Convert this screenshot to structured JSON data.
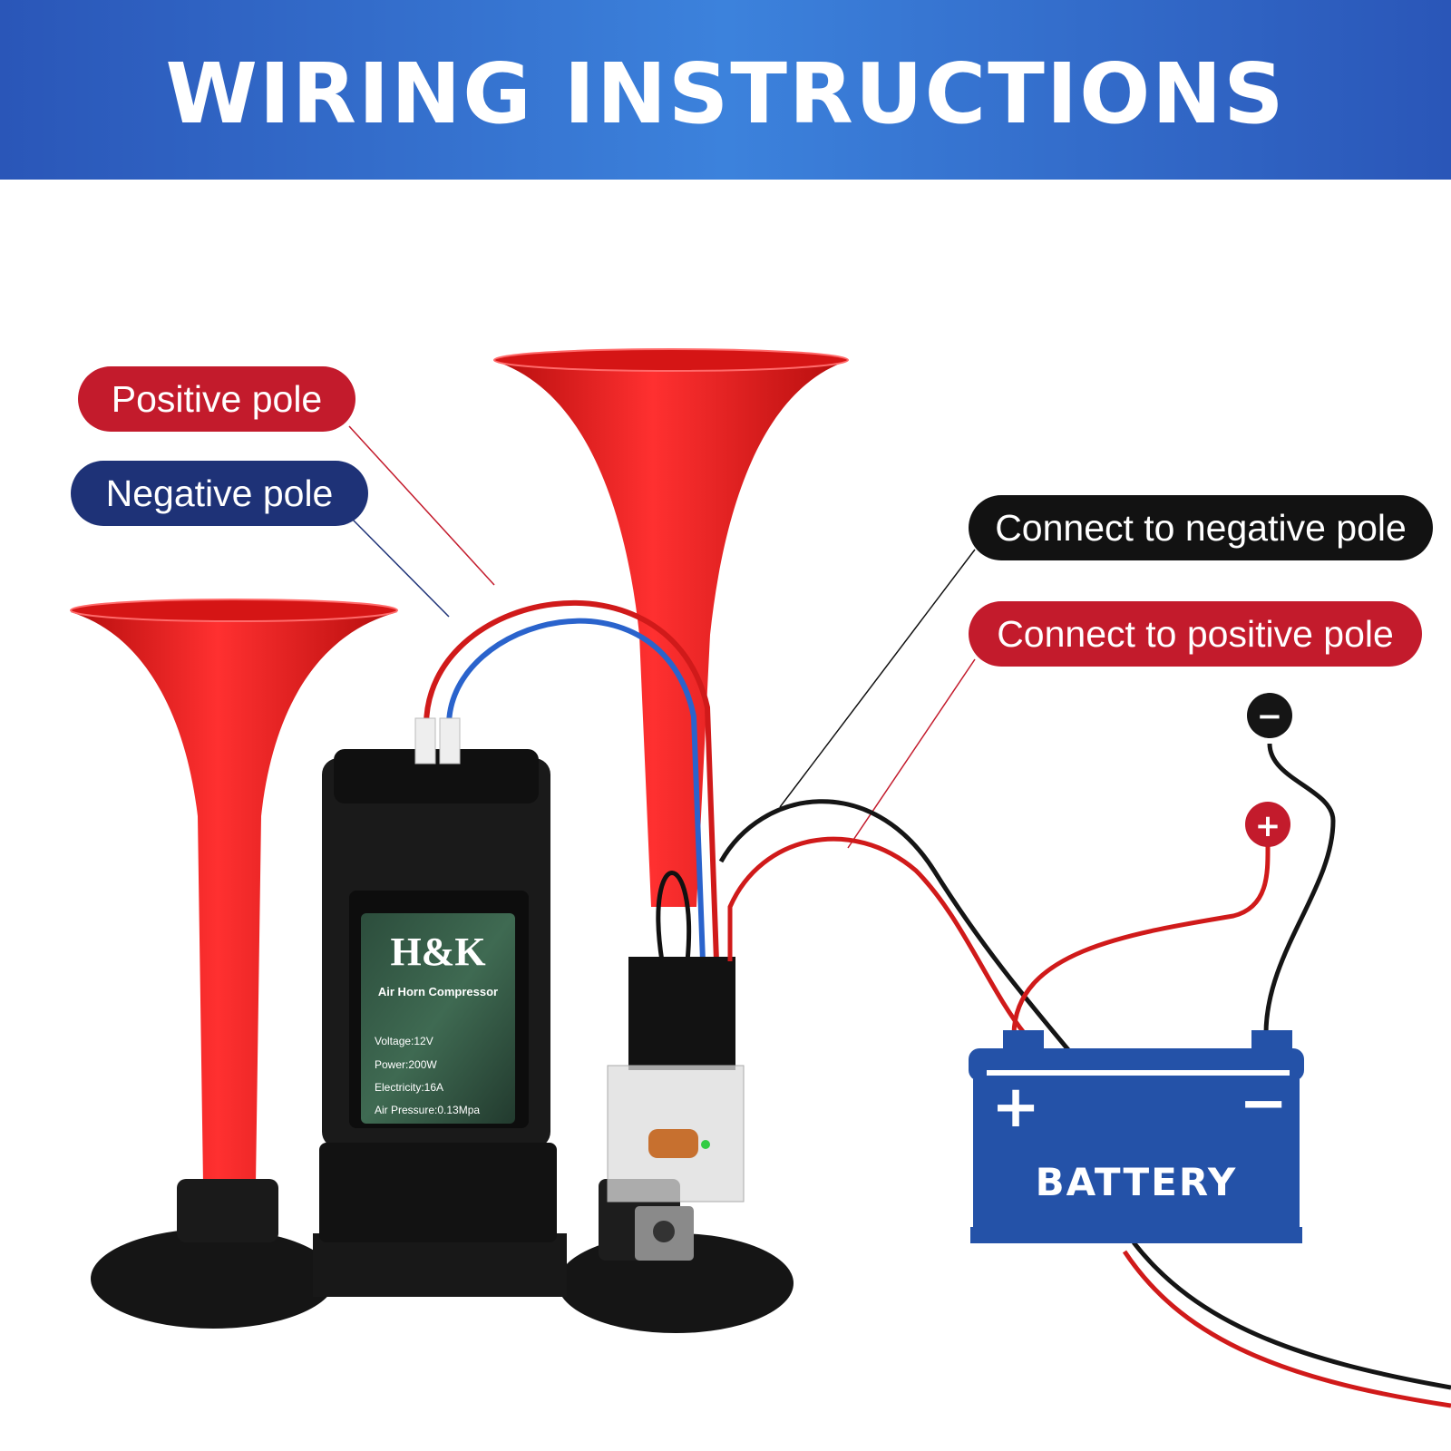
{
  "header": {
    "title": "WIRING INSTRUCTIONS"
  },
  "callouts": {
    "positive_pole": "Positive pole",
    "negative_pole": "Negative pole",
    "connect_negative": "Connect to negative pole",
    "connect_positive": "Connect to positive pole"
  },
  "compressor_label": {
    "logo": "H&K",
    "product": "Air Horn Compressor",
    "voltage": "Voltage:12V",
    "power": "Power:200W",
    "electricity": "Electricity:16A",
    "air_pressure": "Air Pressure:0.13Mpa"
  },
  "battery": {
    "label": "BATTERY",
    "plus_sign": "+",
    "minus_sign": "−",
    "color": "#2452a8"
  },
  "terminals": {
    "negative": "−",
    "positive": "+"
  },
  "colors": {
    "banner": "#3070d0",
    "horn_red": "#e21a1a",
    "callout_red": "#c31b2c",
    "callout_navy": "#1e3277",
    "callout_black": "#121212"
  }
}
